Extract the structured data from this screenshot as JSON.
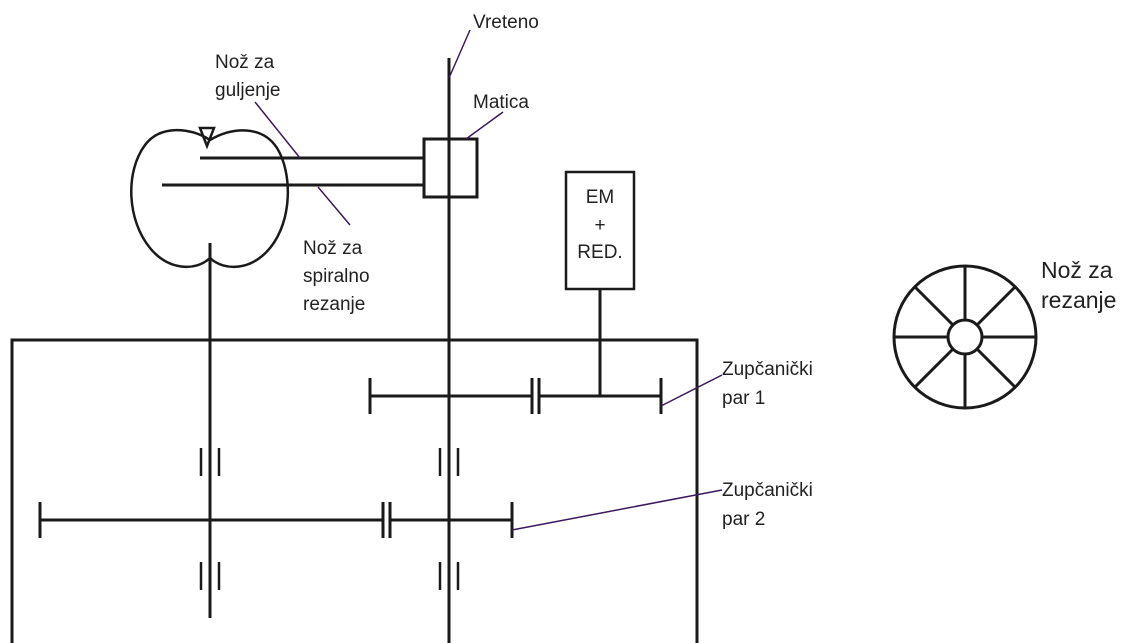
{
  "labels": {
    "vreteno": "Vreteno",
    "noz_za_guljenje": [
      "Nož za",
      "guljenje"
    ],
    "matica": "Matica",
    "noz_za_spiralno_rezanje": [
      "Nož za",
      "spiralno",
      "rezanje"
    ],
    "motor": [
      "EM",
      "+",
      "RED."
    ],
    "noz_za_rezanje": [
      "Nož za",
      "rezanje"
    ],
    "zupcanicki_par_1": [
      "Zupčanički",
      "par 1"
    ],
    "zupcanicki_par_2": [
      "Zupčanički",
      "par 2"
    ]
  },
  "colors": {
    "line": "#1a1a1a",
    "leader": "#3b1a5e",
    "text": "#222222"
  }
}
